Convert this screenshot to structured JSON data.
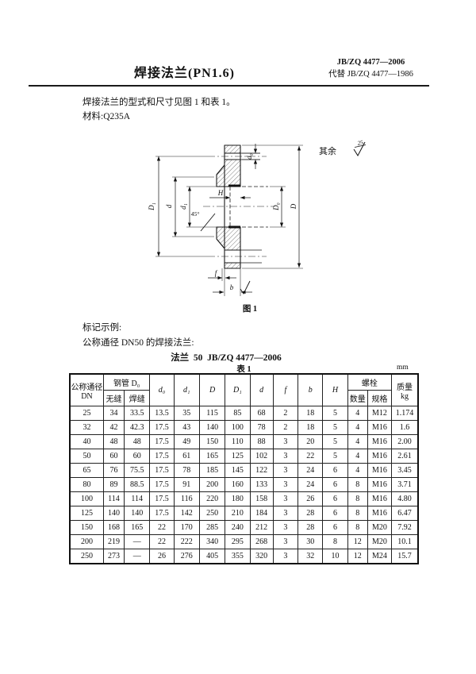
{
  "header": {
    "title": "焊接法兰(PN1.6)",
    "std_no": "JB/ZQ 4477—2006",
    "replaces": "代替 JB/ZQ 4477—1986"
  },
  "intro": {
    "line1": "焊接法兰的型式和尺寸见图 1 和表 1。",
    "line2": "材料:Q235A"
  },
  "figure": {
    "caption": "图 1",
    "roughness_note": "其余",
    "roughness_value": "25",
    "labels": {
      "D1": "D₁",
      "d": "d",
      "d1": "d₁",
      "H": "H",
      "angle": "45°",
      "d0": "d₀",
      "D0": "D₀",
      "D": "D",
      "f": "f",
      "b": "b"
    }
  },
  "marking": {
    "heading": "标记示例:",
    "line1": "公称通径 DN50 的焊接法兰:",
    "line2": "法兰  50  JB/ZQ 4477—2006"
  },
  "table": {
    "caption": "表 1",
    "unit": "mm",
    "header": {
      "dn_top": "公称通径",
      "dn_bottom": "DN",
      "steel_pipe": "钢管 D₀",
      "seamless": "无缝",
      "welded": "焊缝",
      "d0": "d₀",
      "d1": "d₁",
      "D": "D",
      "D1": "D₁",
      "d": "d",
      "f": "f",
      "b": "b",
      "H": "H",
      "bolt": "螺栓",
      "bolt_qty": "数量",
      "bolt_spec": "规格",
      "mass_top": "质量",
      "mass_bottom": "kg"
    },
    "rows": [
      [
        "25",
        "34",
        "33.5",
        "13.5",
        "35",
        "115",
        "85",
        "68",
        "2",
        "18",
        "5",
        "4",
        "M12",
        "1.174"
      ],
      [
        "32",
        "42",
        "42.3",
        "17.5",
        "43",
        "140",
        "100",
        "78",
        "2",
        "18",
        "5",
        "4",
        "M16",
        "1.6"
      ],
      [
        "40",
        "48",
        "48",
        "17.5",
        "49",
        "150",
        "110",
        "88",
        "3",
        "20",
        "5",
        "4",
        "M16",
        "2.00"
      ],
      [
        "50",
        "60",
        "60",
        "17.5",
        "61",
        "165",
        "125",
        "102",
        "3",
        "22",
        "5",
        "4",
        "M16",
        "2.61"
      ],
      [
        "65",
        "76",
        "75.5",
        "17.5",
        "78",
        "185",
        "145",
        "122",
        "3",
        "24",
        "6",
        "4",
        "M16",
        "3.45"
      ],
      [
        "80",
        "89",
        "88.5",
        "17.5",
        "91",
        "200",
        "160",
        "133",
        "3",
        "24",
        "6",
        "8",
        "M16",
        "3.71"
      ],
      [
        "100",
        "114",
        "114",
        "17.5",
        "116",
        "220",
        "180",
        "158",
        "3",
        "26",
        "6",
        "8",
        "M16",
        "4.80"
      ],
      [
        "125",
        "140",
        "140",
        "17.5",
        "142",
        "250",
        "210",
        "184",
        "3",
        "28",
        "6",
        "8",
        "M16",
        "6.47"
      ],
      [
        "150",
        "168",
        "165",
        "22",
        "170",
        "285",
        "240",
        "212",
        "3",
        "28",
        "6",
        "8",
        "M20",
        "7.92"
      ],
      [
        "200",
        "219",
        "—",
        "22",
        "222",
        "340",
        "295",
        "268",
        "3",
        "30",
        "8",
        "12",
        "M20",
        "10.1"
      ],
      [
        "250",
        "273",
        "—",
        "26",
        "276",
        "405",
        "355",
        "320",
        "3",
        "32",
        "10",
        "12",
        "M24",
        "15.7"
      ]
    ]
  }
}
